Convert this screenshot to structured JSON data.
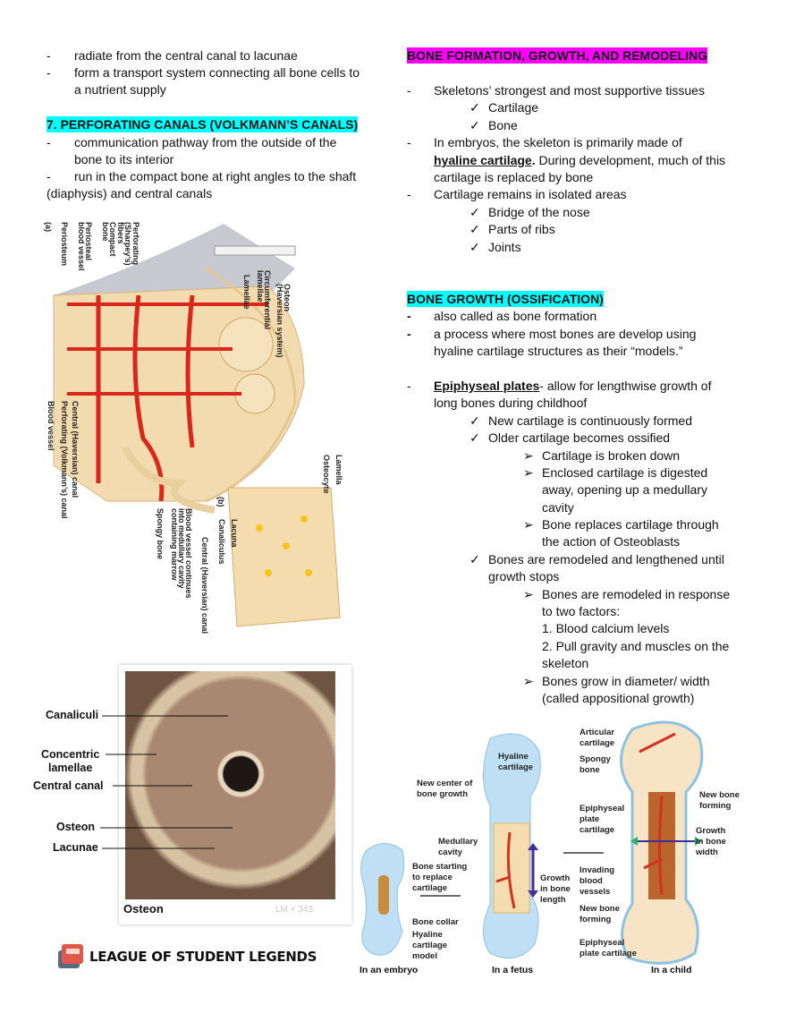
{
  "left": {
    "bullets": [
      "-",
      "-",
      "-",
      "-"
    ],
    "l1": "radiate from the central canal to lacunae",
    "l2": "form a transport system connecting all bone cells to",
    "l3": "a nutrient supply",
    "heading7": "7.  PERFORATING CANALS (VOLKMANN’S CANALS)",
    "l4": "communication pathway from the outside of the",
    "l5": "bone to its interior",
    "l6": "run in the compact bone at right angles to the shaft",
    "l7": "(diaphysis) and central canals"
  },
  "right": {
    "heading1": "BONE FORMATION, GROWTH, AND REMODELING",
    "r1": "Skeletons’ strongest and most supportive tissues",
    "r1a": "Cartilage",
    "r1b": "Bone",
    "r2": "In embryos, the skeleton is primarily made of",
    "r2_bold": "hyaline cartilage",
    "r2_dot": ".",
    "r2_rest": " During development, much of this",
    "r3": "cartilage is replaced by bone",
    "r4": "Cartilage remains in isolated areas",
    "r4a": "Bridge of the nose",
    "r4b": "Parts of ribs",
    "r4c": "Joints",
    "heading2": "BONE GROWTH (OSSIFICATION)",
    "g1": "also called as bone formation",
    "g2": "a process where most bones are develop using",
    "g3": "hyaline cartilage structures as their “models.”",
    "g4_bold": "Epiphyseal plates",
    "g4": "- allow for lengthwise growth of",
    "g5": "long bones during childhoof",
    "c1": "New cartilage is continuously formed",
    "c2": "Older cartilage becomes ossified",
    "a1": "Cartilage is broken down",
    "a2": "Enclosed cartilage is digested",
    "a2b": "away, opening up a medullary",
    "a2c": "cavity",
    "a3": "Bone replaces cartilage through",
    "a3b": "the action of Osteoblasts",
    "c3": "Bones are remodeled and lengthened until",
    "c3b": "growth stops",
    "a4": "Bones are remodeled in response",
    "a4b": "to two factors:",
    "n1": "1.  Blood calcium levels",
    "n2": "2.  Pull gravity and muscles on the",
    "n2b": "skeleton",
    "a5": "Bones grow in diameter/ width",
    "a5b": "(called appositional growth)",
    "dash": "-",
    "check": "✓",
    "arrow": "➢"
  },
  "figure_compact_bone": {
    "a": "(a)",
    "periosteum": "Periosteum",
    "periosteal_1": "Periosteal",
    "periosteal_2": "blood vessel",
    "perforating_1": "Perforating",
    "perforating_2": "(Sharpey’s)",
    "perforating_3": "fibers",
    "compact_1": "Compact",
    "compact_2": "bone",
    "osteon_1": "Osteon",
    "osteon_2": "(Haversian system)",
    "circ_1": "Circumferential",
    "circ_2": "lamellae",
    "lamellae": "Lamellae",
    "central_canal": "Central (Haversian) canal",
    "volkmann": "Perforating (Volkmann’s) canal",
    "blood_vessel": "Blood vessel",
    "continues_1": "Blood vessel continues",
    "continues_2": "into medullary cavity",
    "continues_3": "containing marrow",
    "spongy": "Spongy bone",
    "b": "(b)",
    "central_canal_b": "Central (Haversian) canal",
    "canaliculus": "Canaliculus",
    "lacuna": "Lacuna",
    "lamella": "Lamella",
    "osteocyte": "Osteocyte"
  },
  "figure_osteon": {
    "canaliculi": "Canaliculi",
    "concentric": "Concentric\nlamellae",
    "central_canal": "Central canal",
    "osteon": "Osteon",
    "lacunae": "Lacunae",
    "caption": "Osteon",
    "magnification": "LM × 343"
  },
  "logo": {
    "text": "LEAGUE OF STUDENT LEGENDS"
  },
  "figure_ossification": {
    "articular": "Articular\ncartilage",
    "spongy": "Spongy\nbone",
    "hyaline": "Hyaline\ncartilage",
    "new_center": "New center of\nbone growth",
    "epiphyseal_1": "Epiphyseal\nplate\ncartilage",
    "new_bone_1": "New bone\nforming",
    "growth_width": "Growth\nin bone\nwidth",
    "medullary": "Medullary\ncavity",
    "bone_starting": "Bone starting\nto replace\ncartilage",
    "invading": "Invading\nblood\nvessels",
    "growth_length": "Growth\nin bone\nlength",
    "new_bone_2": "New bone\nforming",
    "bone_collar": "Bone collar",
    "hyaline_model": "Hyaline\ncartilage\nmodel",
    "epiphyseal_2": "Epiphyseal\nplate cartilage",
    "cap_embryo": "In an embryo",
    "cap_fetus": "In a fetus",
    "cap_child": "In a child"
  },
  "colors": {
    "cyan_highlight": "#00ffff",
    "magenta_highlight": "#ff00ff"
  }
}
